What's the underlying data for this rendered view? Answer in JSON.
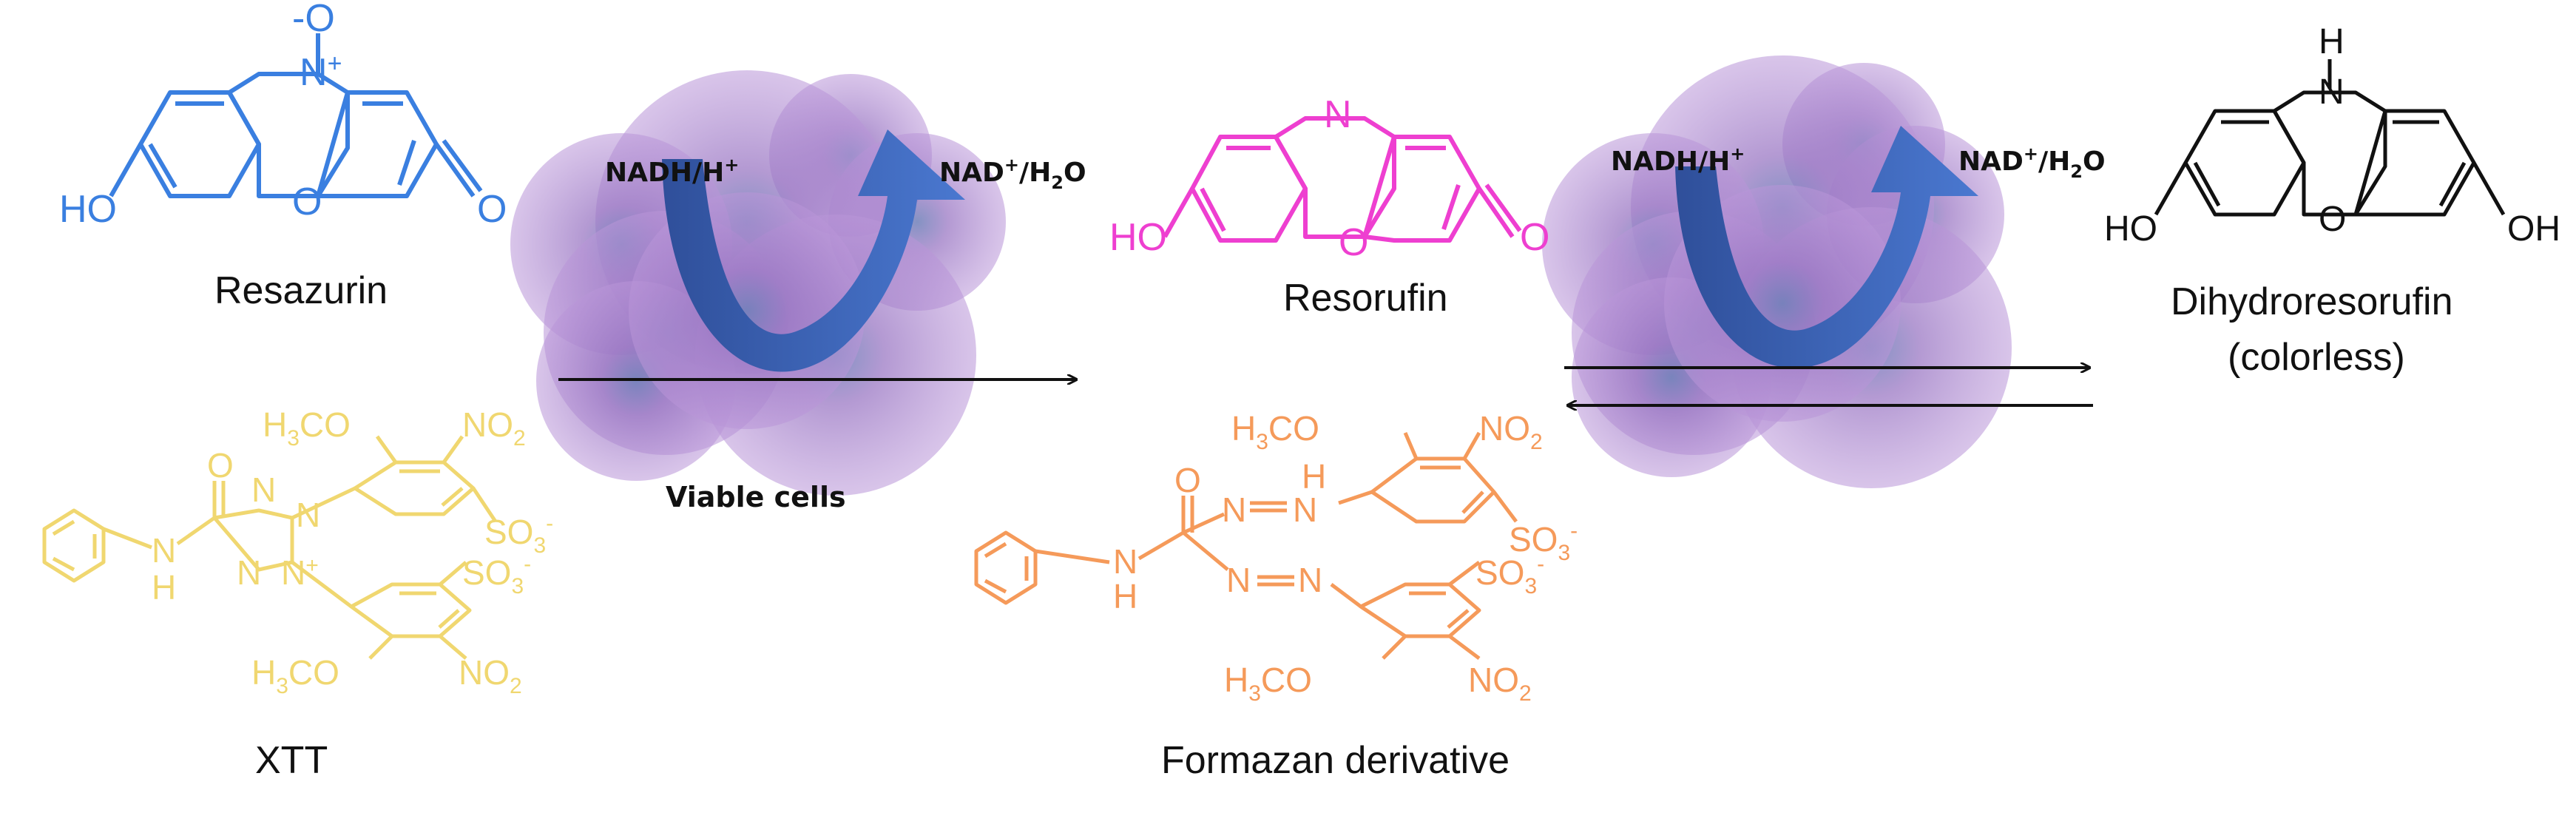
{
  "colors": {
    "resazurin": "#3a7fe0",
    "resorufin": "#ee3fd0",
    "xtt": "#f0d770",
    "formazan": "#f59a5a",
    "black": "#111111",
    "cell_fill": "#a47cc6",
    "arrow_blue": "#3f5fb0"
  },
  "labels": {
    "resazurin": "Resazurin",
    "resorufin": "Resorufin",
    "dihydroresorufin": "Dihydroresorufin",
    "colorless": "(colorless)",
    "xtt": "XTT",
    "formazan": "Formazan derivative",
    "viable_cells": "Viable cells"
  },
  "cofactors": {
    "left_nadh": "NADH/H",
    "left_nadh_sup": "+",
    "left_nad": "NAD",
    "left_nad_sup": "+",
    "left_nad_tail": "/H",
    "left_nad_sub": "2",
    "left_nad_o": "O",
    "right_nadh": "NADH/H",
    "right_nadh_sup": "+",
    "right_nad": "NAD",
    "right_nad_sup": "+",
    "right_nad_tail": "/H",
    "right_nad_sub": "2",
    "right_nad_o": "O"
  },
  "atoms": {
    "resazurin": {
      "n": "N",
      "n_plus": "+",
      "o_minus": "-O",
      "o_ring": "O",
      "ho": "HO",
      "keto": "O"
    },
    "resorufin": {
      "n": "N",
      "o_ring": "O",
      "ho": "HO",
      "keto": "O"
    },
    "dihydro": {
      "h": "H",
      "n": "N",
      "o_ring": "O",
      "ho_left": "HO",
      "oh_right": "OH"
    },
    "xtt": {
      "h3co_top": "H",
      "h3co_top_sub": "3",
      "h3co_top_tail": "CO",
      "no2_top": "NO",
      "no2_top_sub": "2",
      "o_carbonyl": "O",
      "nh_n": "N",
      "nh_h": "H",
      "n1": "N",
      "n2": "N",
      "n3": "N",
      "n4": "N",
      "n_plus": "+",
      "so3_top": "SO",
      "so3_top_sub": "3",
      "so3_top_sup": "-",
      "so3_bot": "SO",
      "so3_bot_sub": "3",
      "so3_bot_sup": "-",
      "h3co_bot": "H",
      "h3co_bot_sub": "3",
      "h3co_bot_tail": "CO",
      "no2_bot": "NO",
      "no2_bot_sub": "2"
    },
    "formazan": {
      "h3co_top": "H",
      "h3co_top_sub": "3",
      "h3co_top_tail": "CO",
      "no2_top": "NO",
      "no2_top_sub": "2",
      "o_carbonyl": "O",
      "nh_n": "N",
      "nh_h": "H",
      "n_a": "N",
      "n_b": "N",
      "nh2_h": "H",
      "n_c": "N",
      "n_d": "N",
      "so3_top": "SO",
      "so3_top_sub": "3",
      "so3_top_sup": "-",
      "so3_bot": "SO",
      "so3_bot_sub": "3",
      "so3_bot_sup": "-",
      "h3co_bot": "H",
      "h3co_bot_sub": "3",
      "h3co_bot_tail": "CO",
      "no2_bot": "NO",
      "no2_bot_sub": "2"
    }
  }
}
